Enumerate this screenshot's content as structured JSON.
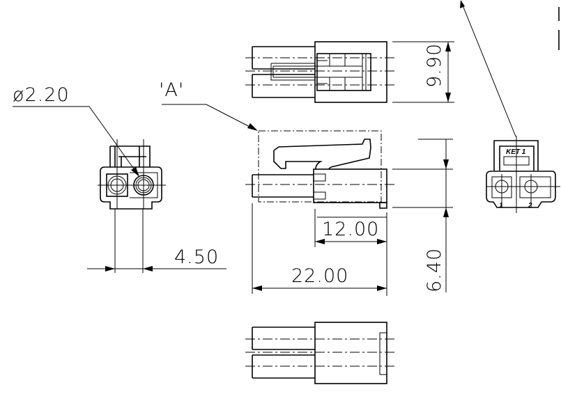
{
  "drawing": {
    "leader_labels": {
      "diameter": "ø2.20",
      "detail": "'A'"
    },
    "dimensions": {
      "height_top": "9.90",
      "body_length": "12.00",
      "total_length": "22.00",
      "height_side": "6.40",
      "pitch": "4.50"
    },
    "end_view_marking": {
      "brand": "KET 1",
      "pin_1": "1",
      "pin_2": "2"
    }
  }
}
